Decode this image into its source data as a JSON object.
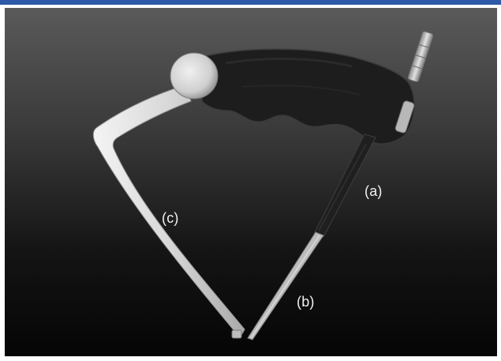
{
  "labels": {
    "a": "(a)",
    "b": "(b)",
    "c": "(c)"
  },
  "colors": {
    "accent_bar": "#2f5aa8",
    "handle": "#1c1c1c",
    "metal": "#dcdcdc",
    "label_text": "#f2f2f2"
  }
}
